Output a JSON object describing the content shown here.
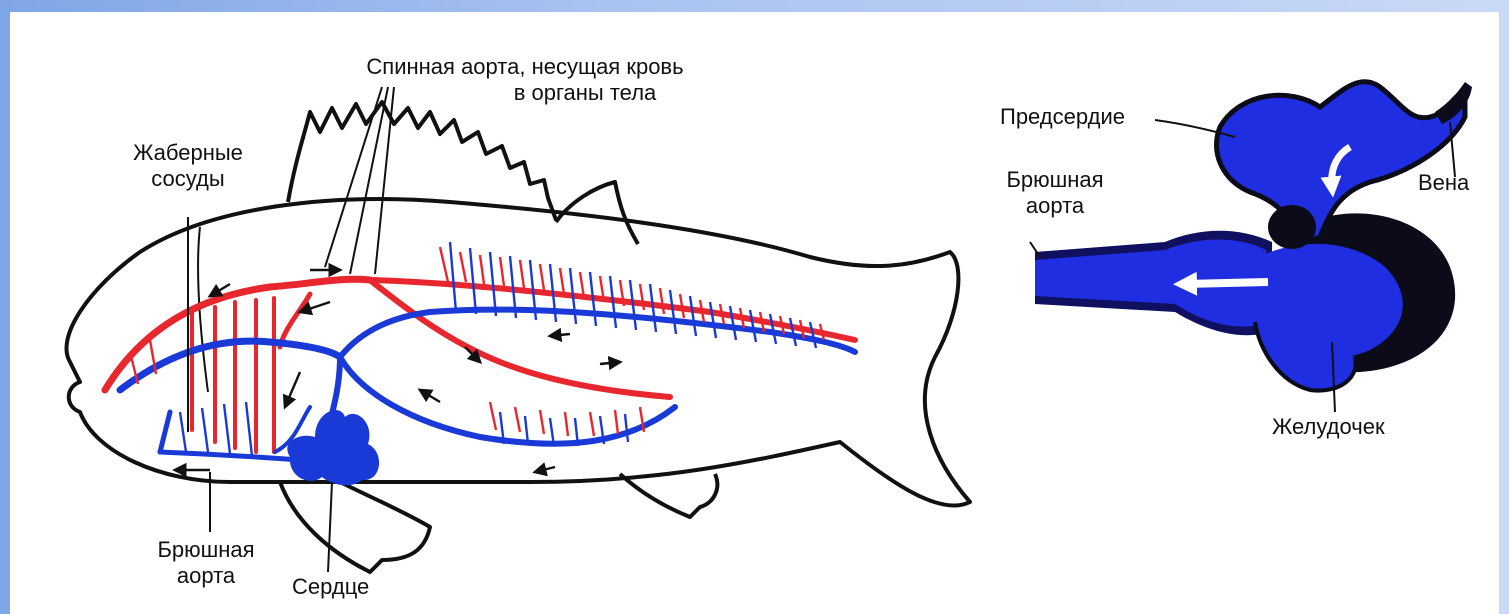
{
  "fish_labels": {
    "dorsal_aorta": "Спинная аорта, несущая кровь",
    "dorsal_aorta_2": "в органы тела",
    "gill_vessels": "Жаберные",
    "gill_vessels_2": "сосуды",
    "ventral_aorta": "Брюшная",
    "ventral_aorta_2": "аорта",
    "heart": "Сердце"
  },
  "heart_labels": {
    "atrium": "Предсердие",
    "ventral_aorta": "Брюшная",
    "ventral_aorta_2": "аорта",
    "vein": "Вена",
    "ventricle": "Желудочек"
  },
  "colors": {
    "arterial": "#e8262d",
    "venous": "#1a3ad8",
    "heart_fill": "#1f2ee0",
    "outline": "#111111"
  }
}
